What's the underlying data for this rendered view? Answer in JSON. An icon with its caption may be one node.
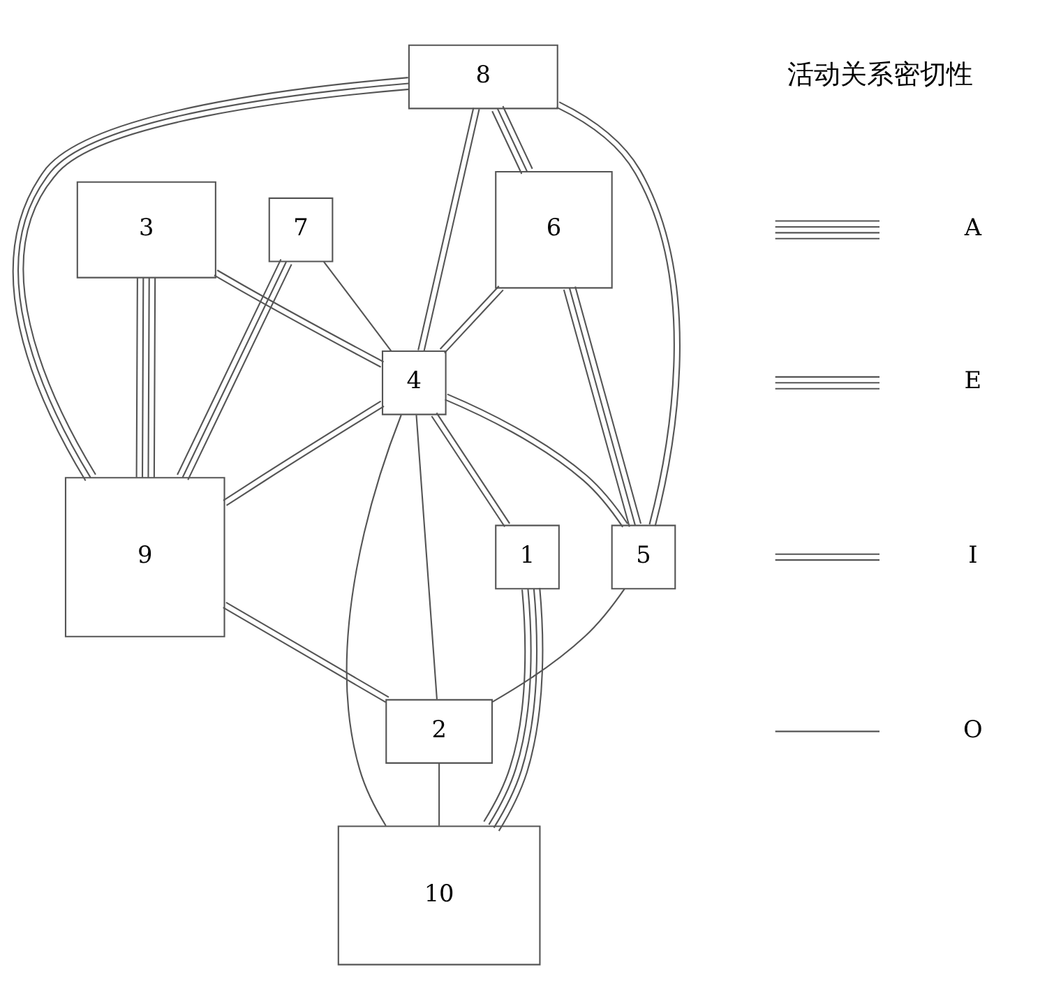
{
  "diagram": {
    "nodes": [
      {
        "text": [
          "3"
        ]
      },
      {
        "text": [
          "7"
        ]
      },
      {
        "text": [
          "8"
        ]
      },
      {
        "text": [
          "9"
        ]
      },
      {
        "text": [
          "6"
        ]
      },
      {
        "text": [
          "4"
        ]
      },
      {
        "text": [
          "1"
        ]
      },
      {
        "text": [
          "2"
        ]
      },
      {
        "text": [
          "5"
        ]
      },
      {
        "text": [
          "10"
        ]
      }
    ],
    "edges": [
      {
        "from": 0,
        "to": 5,
        "arrow": "none"
      },
      {
        "from": 0,
        "to": 3,
        "arrow": "none"
      },
      {
        "from": 1,
        "to": 5,
        "arrow": "none"
      },
      {
        "from": 1,
        "to": 3,
        "arrow": "none"
      },
      {
        "from": 2,
        "to": 3,
        "arrow": "none"
      },
      {
        "from": 2,
        "to": 4,
        "arrow": "none"
      },
      {
        "from": 2,
        "to": 5,
        "arrow": "none"
      },
      {
        "from": 2,
        "to": 8,
        "arrow": "none"
      },
      {
        "from": 4,
        "to": 5,
        "arrow": "none"
      },
      {
        "from": 4,
        "to": 8,
        "arrow": "none"
      },
      {
        "from": 5,
        "to": 3,
        "arrow": "none"
      },
      {
        "from": 5,
        "to": 8,
        "arrow": "none"
      },
      {
        "from": 5,
        "to": 6,
        "arrow": "none"
      },
      {
        "from": 5,
        "to": 7,
        "arrow": "none"
      },
      {
        "from": 5,
        "to": 9,
        "arrow": "none"
      },
      {
        "from": 3,
        "to": 7,
        "arrow": "none"
      },
      {
        "from": 6,
        "to": 9,
        "arrow": "none"
      },
      {
        "from": 8,
        "to": 7,
        "arrow": "none"
      },
      {
        "from": 7,
        "to": 9,
        "arrow": "none"
      }
    ],
    "labels": [
      "活动关系密切性"
    ],
    "legend": [
      {
        "text": "A"
      },
      {
        "text": "E"
      },
      {
        "text": "I"
      },
      {
        "text": "O"
      }
    ]
  }
}
